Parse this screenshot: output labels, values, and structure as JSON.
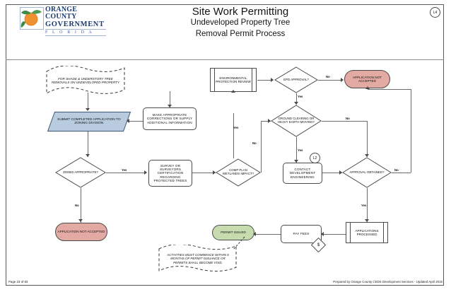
{
  "header": {
    "logo": {
      "line1": "ORANGE COUNTY",
      "line2": "GOVERNMENT",
      "line3": "F L O R I D A",
      "icon": "orange-fruit-icon"
    },
    "title": "Site Work Permitting",
    "subtitle_line1": "Undeveloped Property Tree",
    "subtitle_line2": "Removal Permit Process",
    "corner_connector": "L4"
  },
  "nodes": {
    "scope_note": "FOR SHADE & UNDERSTORY TREE REMOVALS ON UNDEVELOPED PROPERTY",
    "submit_application": "SUBMIT COMPLETED APPLICATION TO ZONING DIVISION",
    "make_corrections": "MAKE APPROPRIATE CORRECTIONS OR SUPPLY ADDITIONAL INFORMATION",
    "environmental_review": "ENVIRONMENTAL PROTECTION REVIEW",
    "epd_approval": "EPD APPROVAL?",
    "application_not_accepted_top": "APPLICATION NOT ACCEPTED",
    "ground_clearing": "GROUND CLEARING OR HEAVY EARTH MOVING?",
    "zoned_appropriate": "ZONED APPROPRIATE?",
    "survey_certification": "SURVEY OR SURVEYORS CERTIFICATION REGARDING PROTECTED TREES",
    "comp_plan_wetlands": "COMP PLAN WETLANDS IMPACT?",
    "contact_development_engineering": "CONTACT DEVELOPMENT ENGINEERING",
    "connector_l2": "L2",
    "approval_obtained": "APPROVAL OBTAINED?",
    "application_not_accepted_bottom": "APPLICATION NOT ACCEPTED",
    "permit_issued": "PERMIT ISSUED",
    "pay_fees": "PAY FEES",
    "fee_badge": "$",
    "applications_processed": "APPLICATIONS PROCESSED",
    "commence_note": "ACTIVITIES MUST COMMENCE WITHIN 6 MONTHS OF PERMIT ISSUANCE OR PERMITS SHALL BECOME VOID."
  },
  "edge_labels": {
    "epd_no": "No",
    "epd_yes": "Yes",
    "ground_no": "No",
    "ground_yes": "Yes",
    "zoned_yes": "Yes",
    "zoned_no": "No",
    "wetlands_yes": "Yes",
    "wetlands_no": "No",
    "approval_no": "No",
    "approval_yes": "Yes"
  },
  "footer": {
    "left": "Page 23 of 83",
    "right": "Prepared by Orange County CEDS Development Services - Updated April 2015"
  },
  "colors": {
    "accent_blue": "#b9cbdf",
    "terminator_red": "#e3a9a3",
    "terminator_green": "#c6dcae",
    "line": "#6a6a6a",
    "logo_blue": "#1b3b73"
  }
}
